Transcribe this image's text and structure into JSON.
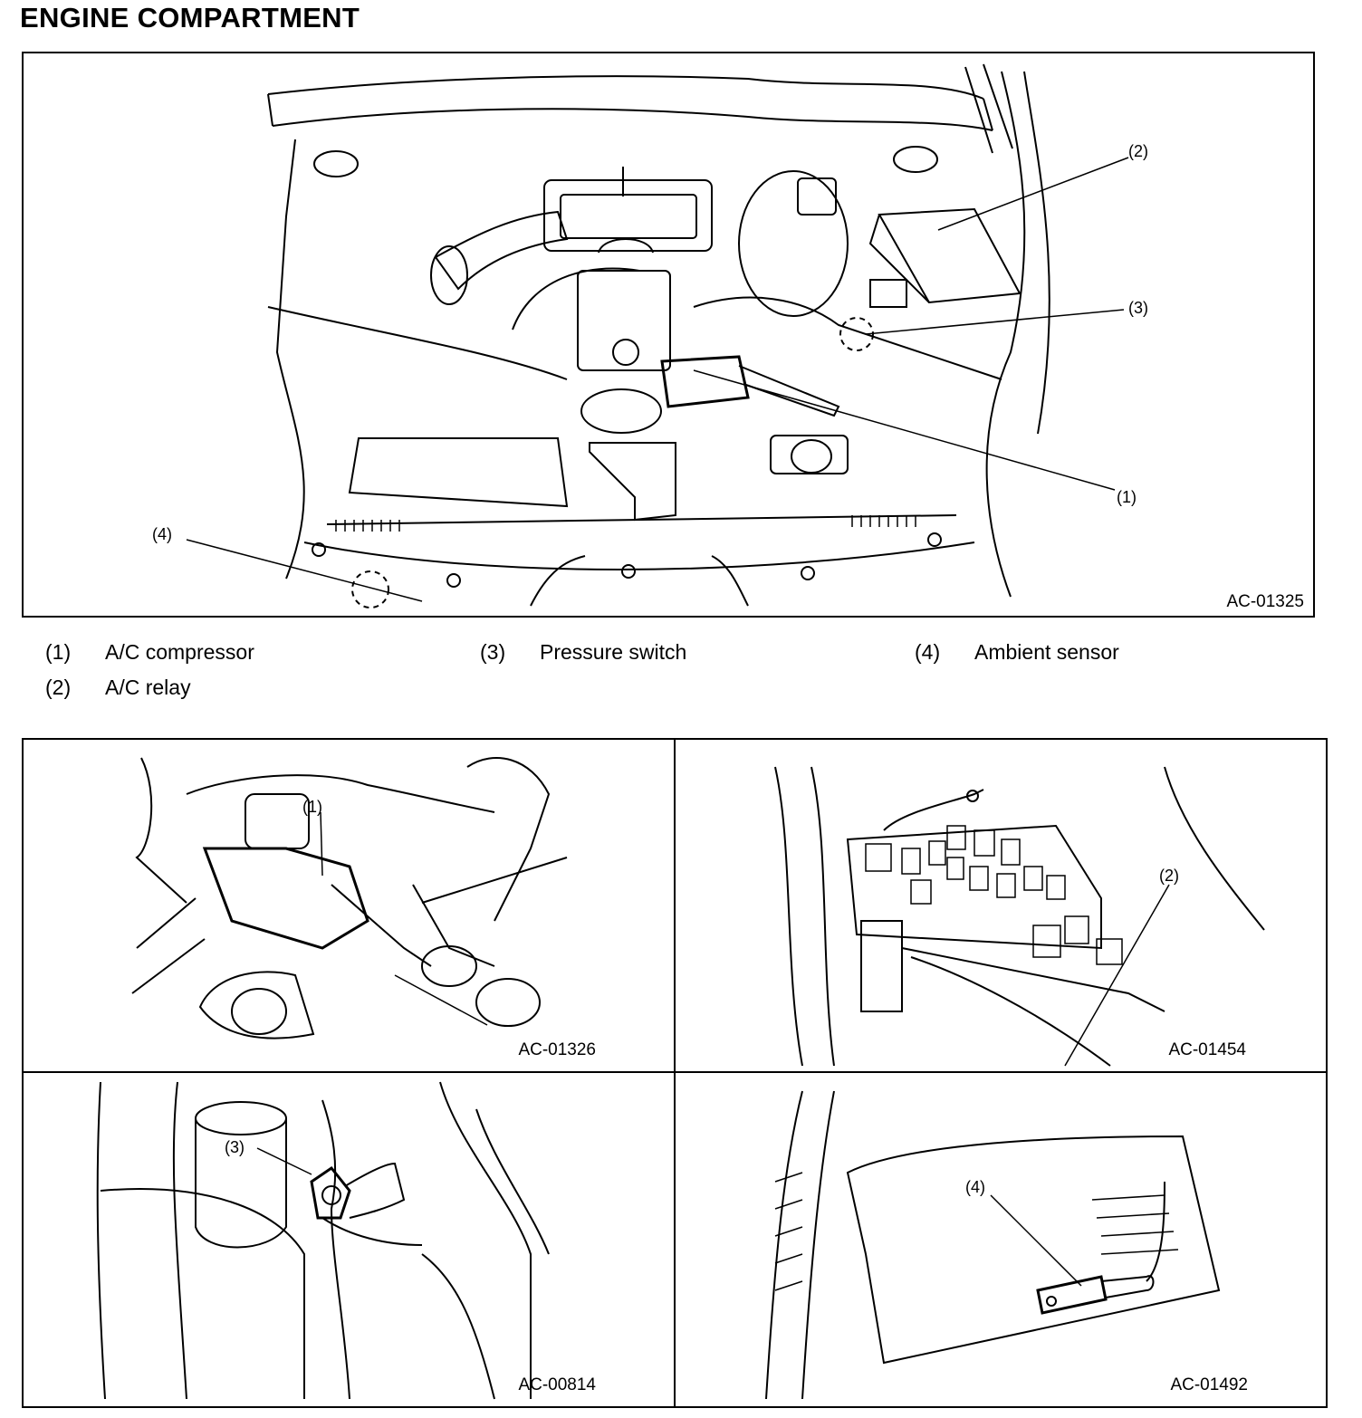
{
  "title": "ENGINE COMPARTMENT",
  "main_figure": {
    "id": "AC-01325",
    "callouts": {
      "c1": "(1)",
      "c2": "(2)",
      "c3": "(3)",
      "c4": "(4)"
    }
  },
  "legend": [
    {
      "num": "(1)",
      "text": "A/C compressor"
    },
    {
      "num": "(2)",
      "text": "A/C relay"
    },
    {
      "num": "(3)",
      "text": "Pressure switch"
    },
    {
      "num": "(4)",
      "text": "Ambient sensor"
    }
  ],
  "details": [
    {
      "id": "AC-01326",
      "callout": "(1)"
    },
    {
      "id": "AC-01454",
      "callout": "(2)"
    },
    {
      "id": "AC-00814",
      "callout": "(3)"
    },
    {
      "id": "AC-01492",
      "callout": "(4)"
    }
  ]
}
